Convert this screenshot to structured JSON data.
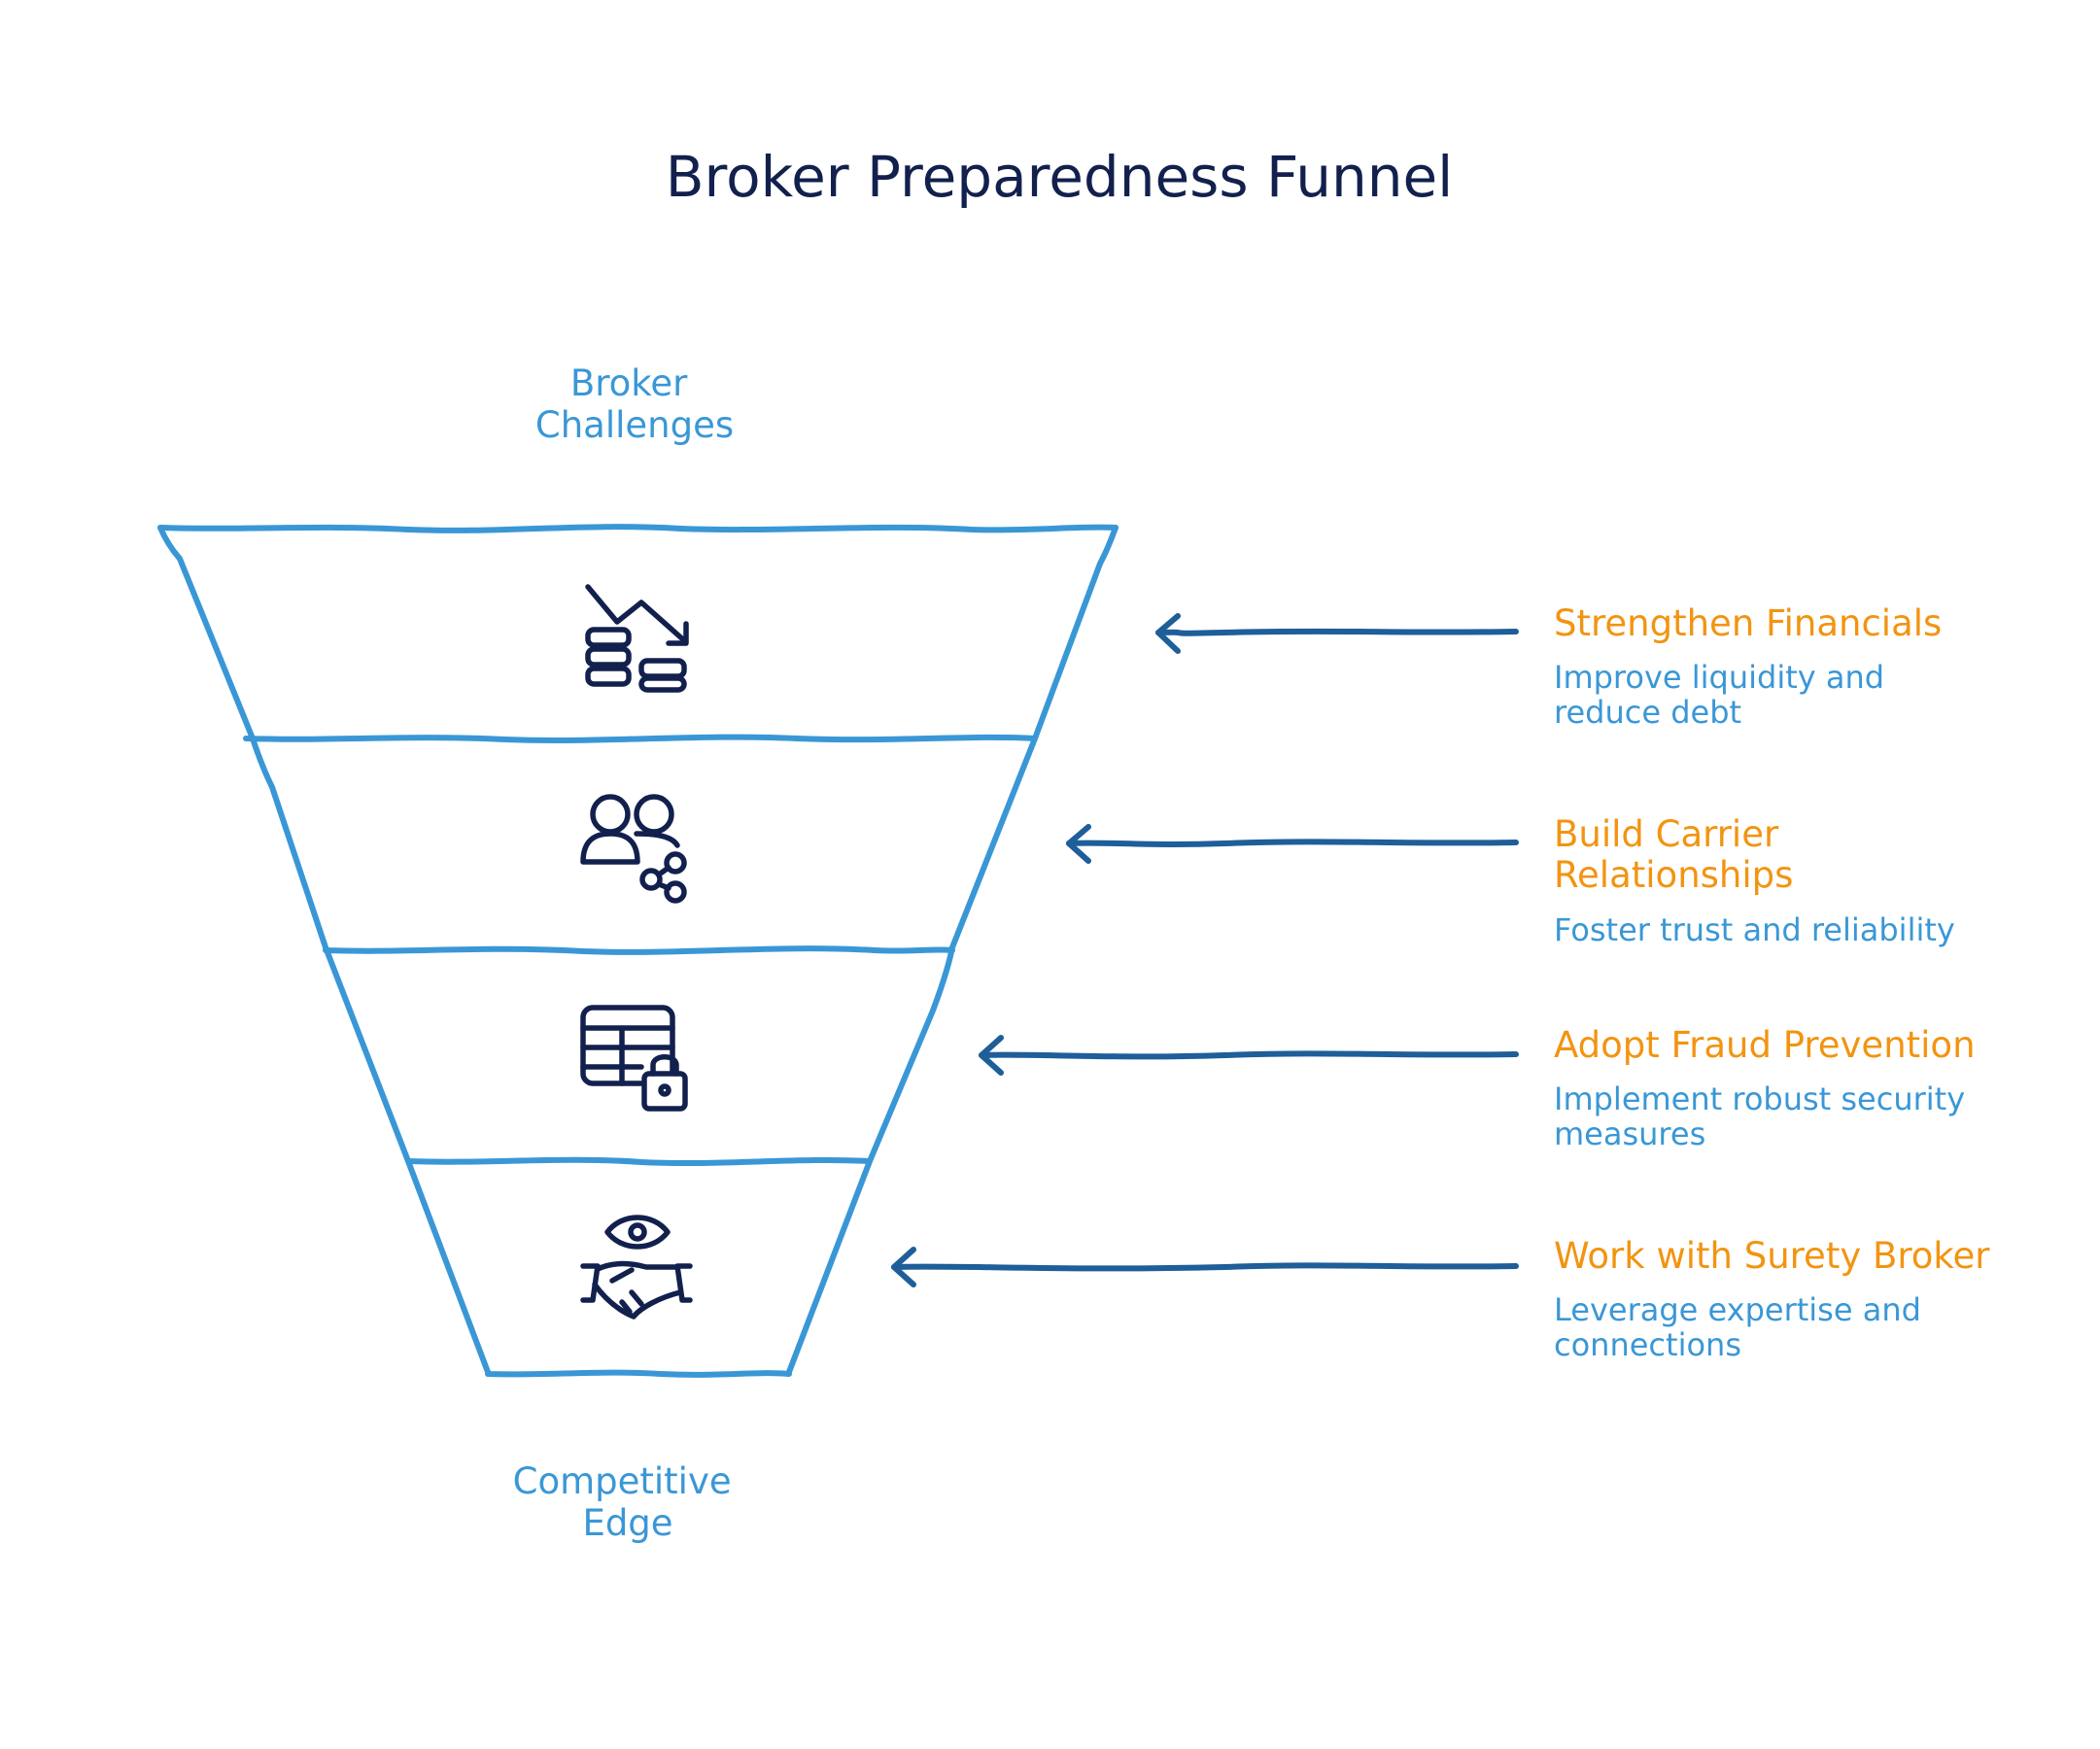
{
  "title": "Broker Preparedness Funnel",
  "funnel": {
    "top_label": [
      "Broker",
      "Challenges"
    ],
    "bottom_label": [
      "Competitive",
      "Edge"
    ],
    "stages": [
      {
        "icon": "declining-coins-icon",
        "heading": [
          "Strengthen Financials"
        ],
        "description": [
          "Improve liquidity and",
          "reduce debt"
        ]
      },
      {
        "icon": "connected-people-icon",
        "heading": [
          "Build Carrier",
          "Relationships"
        ],
        "description": [
          "Foster trust and reliability"
        ]
      },
      {
        "icon": "locked-database-icon",
        "heading": [
          "Adopt Fraud Prevention"
        ],
        "description": [
          "Implement robust security",
          "measures"
        ]
      },
      {
        "icon": "handshake-eye-icon",
        "heading": [
          "Work with Surety Broker"
        ],
        "description": [
          "Leverage expertise and",
          "connections"
        ]
      }
    ]
  },
  "colors": {
    "title": "#12204d",
    "funnel_outline": "#3a97d6",
    "stage_heading": "#f29411",
    "stage_description": "#3a97d6",
    "arrow": "#1e5e99",
    "icon": "#12204d"
  }
}
